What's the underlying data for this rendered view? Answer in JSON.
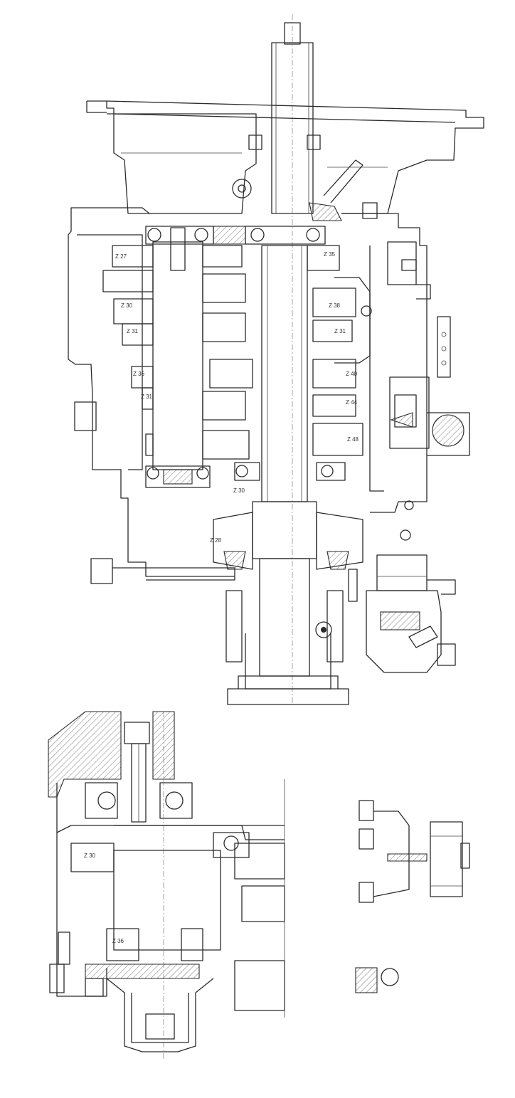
{
  "drawing": {
    "main_section_labels": [
      "Z 27",
      "Z 30",
      "Z 31",
      "Z 36",
      "Z 31",
      "Z 35",
      "Z 38",
      "Z 31",
      "Z 40",
      "Z 44",
      "Z 48",
      "Z 30",
      "Z 28"
    ],
    "detail_section_labels": [
      "Z 30",
      "Z 36"
    ]
  }
}
